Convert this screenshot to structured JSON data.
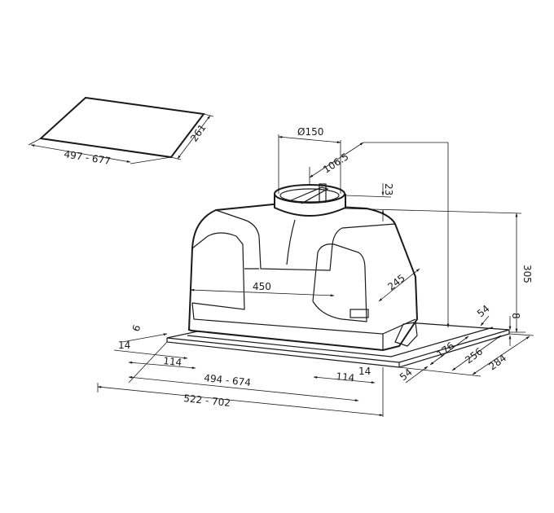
{
  "drawing": {
    "cutout": {
      "width": "497 - 677",
      "depth": "261"
    },
    "duct": {
      "diameter": "Ø150",
      "offset": "106.5",
      "collar_height": "23"
    },
    "body": {
      "width": "450",
      "depth": "245",
      "height": "305",
      "plate_thickness": "8"
    },
    "front": {
      "edge": "6",
      "margin_left": "14",
      "inset_left": "114",
      "width_range": "494 - 674",
      "inset_right": "114",
      "margin_right": "14",
      "overall_range": "522 - 702"
    },
    "side": {
      "front_54": "54",
      "back_54": "54",
      "d176": "176",
      "d256": "256",
      "d284": "284"
    }
  }
}
